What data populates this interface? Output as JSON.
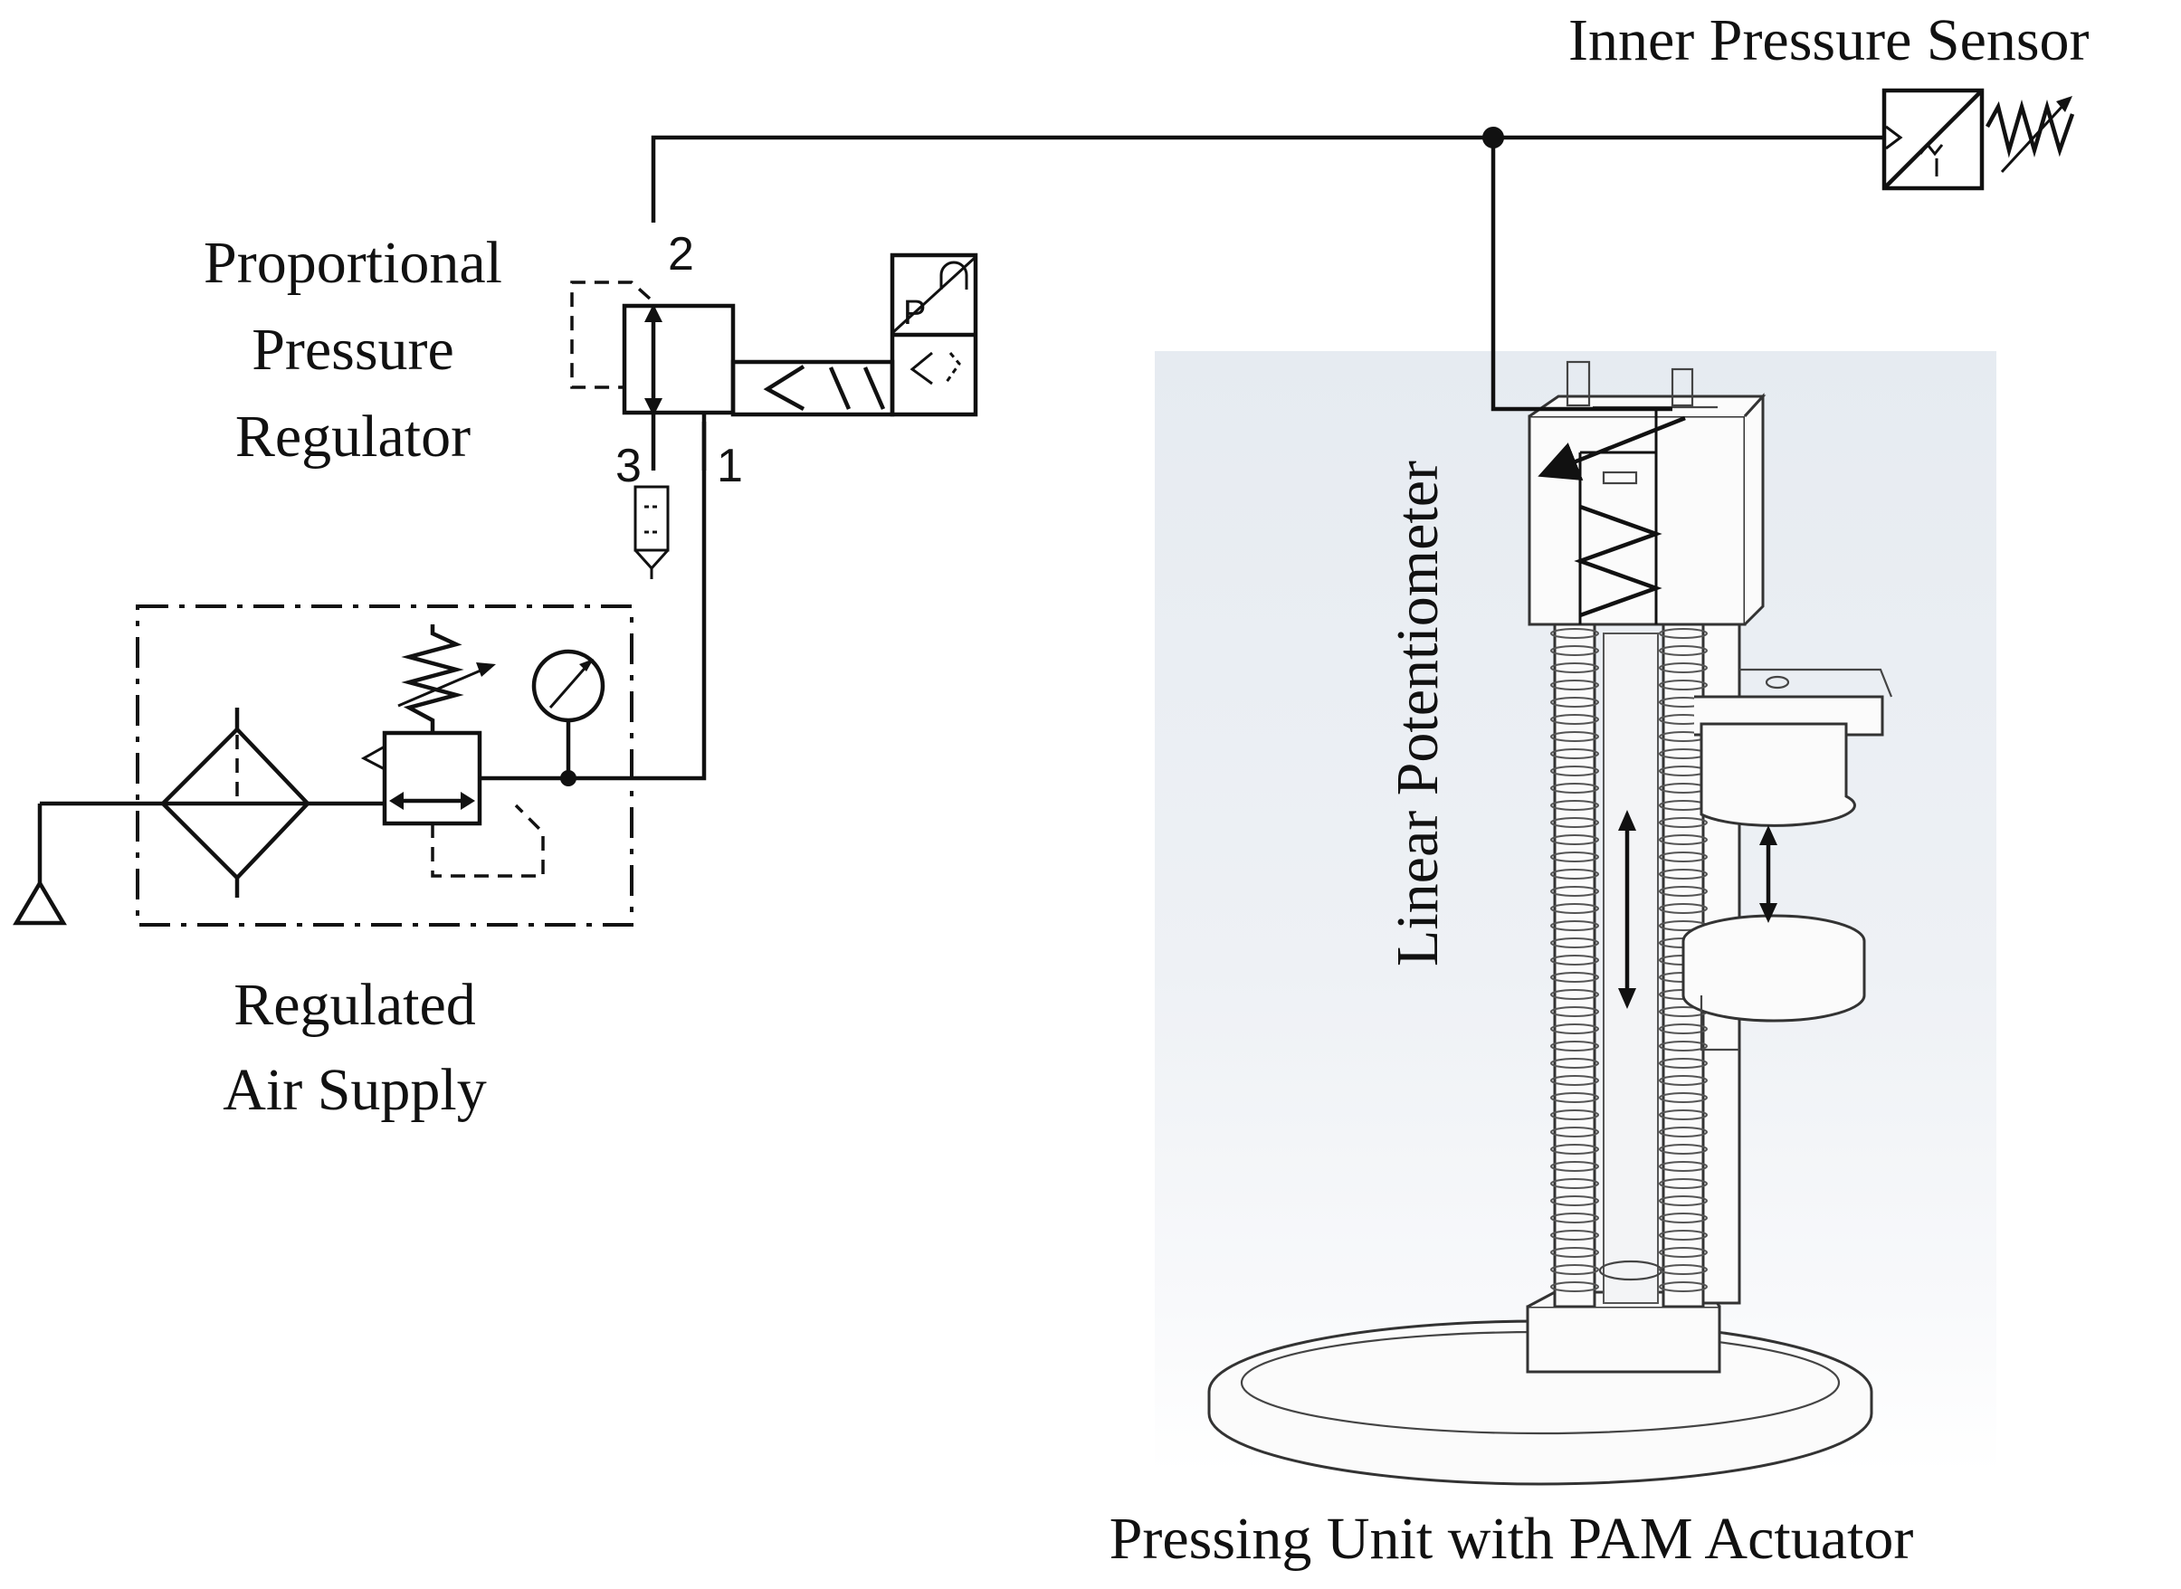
{
  "labels": {
    "inner_pressure_sensor": "Inner Pressure Sensor",
    "proportional_line1": "Proportional",
    "proportional_line2": "Pressure",
    "proportional_line3": "Regulator",
    "regulated_line1": "Regulated",
    "regulated_line2": "Air Supply",
    "linear_potentiometer": "Linear Potentiometer",
    "pressing_unit": "Pressing Unit with PAM Actuator"
  },
  "ports": {
    "port_2": "2",
    "port_3": "3",
    "port_1": "1",
    "solenoid_p": "P"
  },
  "colors": {
    "line": "#111111",
    "background": "#ffffff",
    "render_bg_top": "#e9edf2",
    "render_bg_bottom": "#ffffff"
  },
  "icons": {
    "pressure_sensor": "pressure-transducer-icon",
    "regulator_valve": "proportional-valve-icon",
    "filter": "filter-diamond-icon",
    "gauge": "pressure-gauge-icon",
    "source": "air-source-triangle-icon",
    "exhaust": "silencer-icon"
  }
}
